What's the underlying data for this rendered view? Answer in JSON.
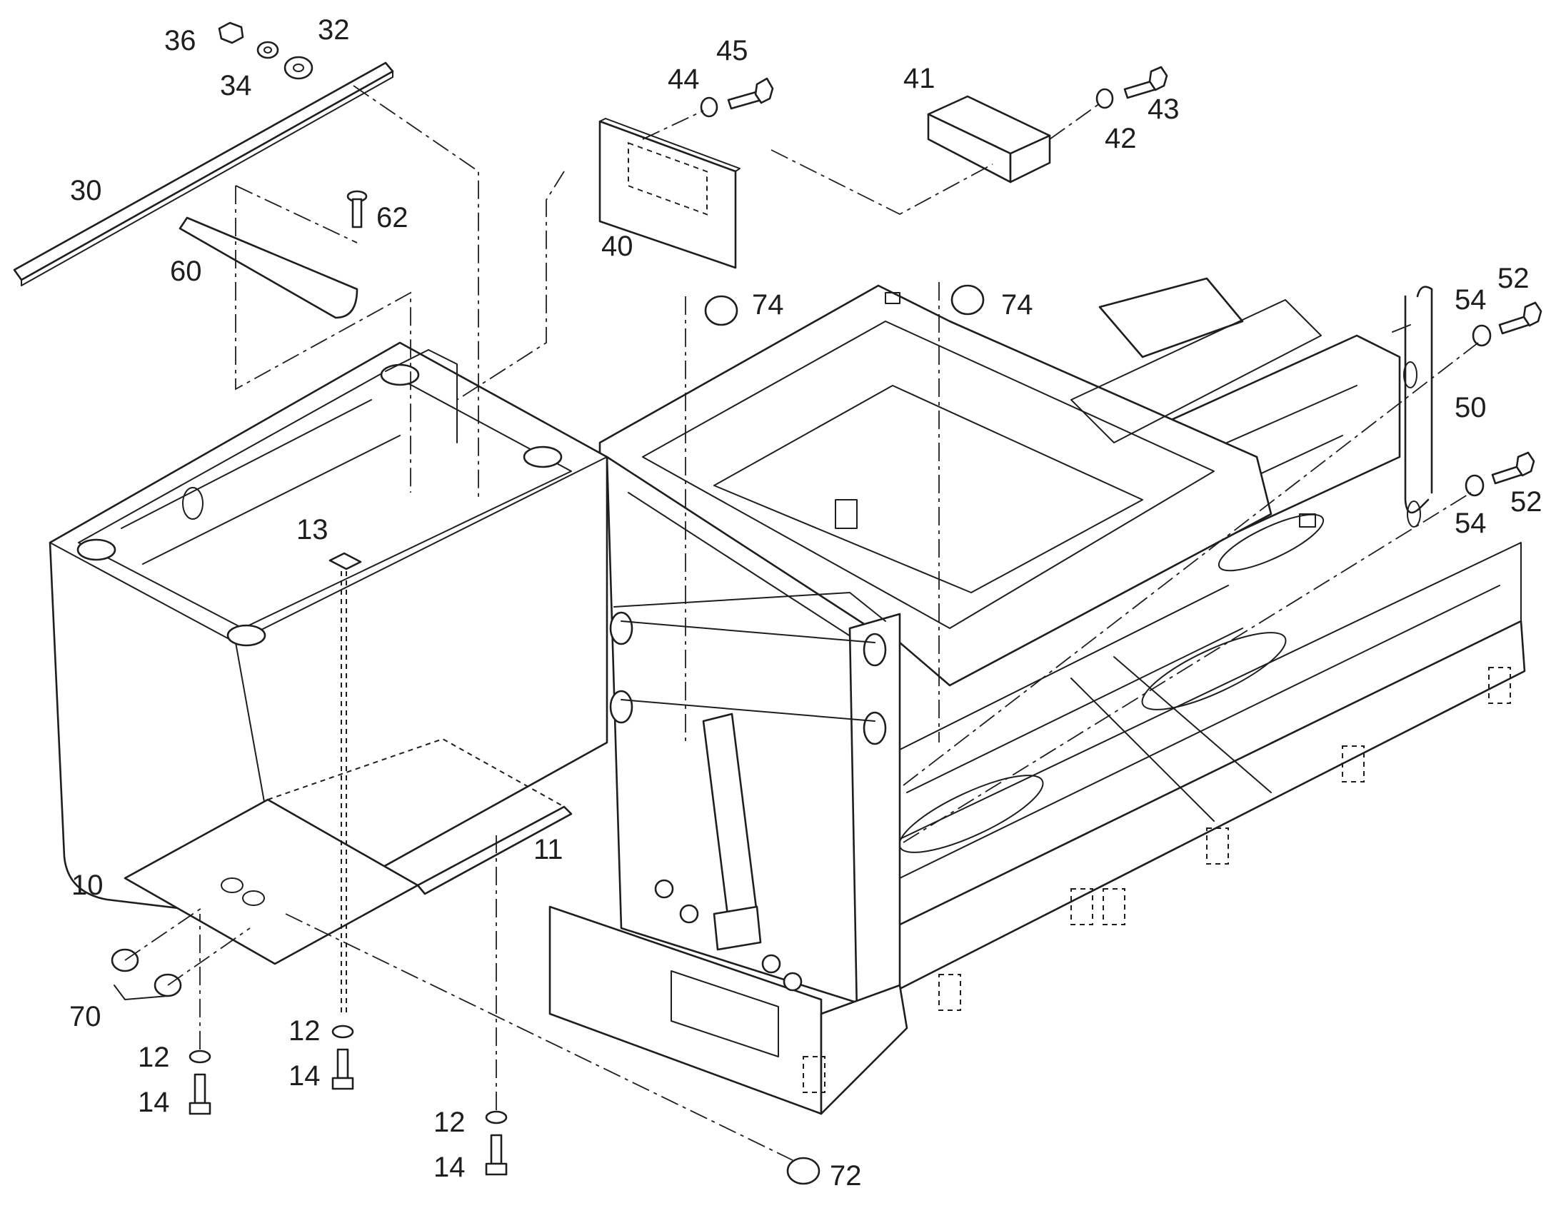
{
  "callouts": [
    {
      "id": "c36",
      "text": "36"
    },
    {
      "id": "c32",
      "text": "32"
    },
    {
      "id": "c34",
      "text": "34"
    },
    {
      "id": "c30",
      "text": "30"
    },
    {
      "id": "c62",
      "text": "62"
    },
    {
      "id": "c60",
      "text": "60"
    },
    {
      "id": "c44",
      "text": "44"
    },
    {
      "id": "c45",
      "text": "45"
    },
    {
      "id": "c40",
      "text": "40"
    },
    {
      "id": "c41",
      "text": "41"
    },
    {
      "id": "c42",
      "text": "42"
    },
    {
      "id": "c43",
      "text": "43"
    },
    {
      "id": "c74a",
      "text": "74"
    },
    {
      "id": "c74b",
      "text": "74"
    },
    {
      "id": "c52a",
      "text": "52"
    },
    {
      "id": "c54a",
      "text": "54"
    },
    {
      "id": "c50",
      "text": "50"
    },
    {
      "id": "c52b",
      "text": "52"
    },
    {
      "id": "c54b",
      "text": "54"
    },
    {
      "id": "c13",
      "text": "13"
    },
    {
      "id": "c10",
      "text": "10"
    },
    {
      "id": "c11",
      "text": "11"
    },
    {
      "id": "c70",
      "text": "70"
    },
    {
      "id": "c12a",
      "text": "12"
    },
    {
      "id": "c14a",
      "text": "14"
    },
    {
      "id": "c12b",
      "text": "12"
    },
    {
      "id": "c14b",
      "text": "14"
    },
    {
      "id": "c12c",
      "text": "12"
    },
    {
      "id": "c14c",
      "text": "14"
    },
    {
      "id": "c72",
      "text": "72"
    }
  ]
}
